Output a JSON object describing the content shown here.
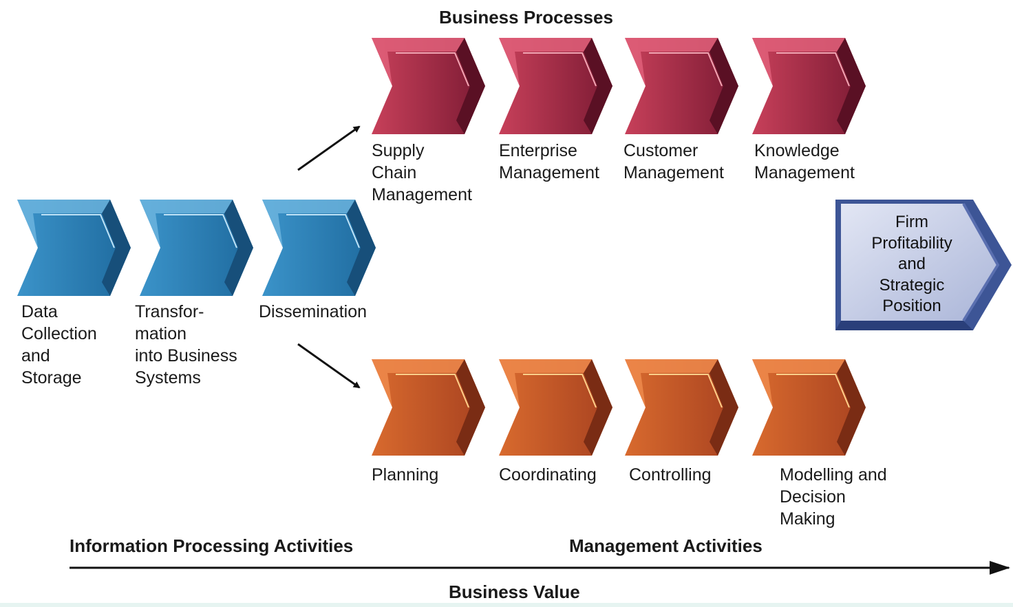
{
  "title": "Business Processes",
  "colors": {
    "information": "#2f84bb",
    "business": "#a83048",
    "management": "#c45a28",
    "firm": "#c8d0e8",
    "arrow": "#111111"
  },
  "information_activities": [
    {
      "label": "Data\nCollection\nand\nStorage"
    },
    {
      "label": "Transfor-\nmation\ninto Business\nSystems"
    },
    {
      "label": "Dissemination"
    }
  ],
  "business_processes": [
    {
      "label": "Supply\nChain\nManagement"
    },
    {
      "label": "Enterprise\nManagement"
    },
    {
      "label": "Customer\nManagement"
    },
    {
      "label": "Knowledge\nManagement"
    }
  ],
  "management_activities": [
    {
      "label": "Planning"
    },
    {
      "label": "Coordinating"
    },
    {
      "label": "Controlling"
    },
    {
      "label": "Modelling and\nDecision\nMaking"
    }
  ],
  "outcome": {
    "label": "Firm\nProfitability\nand\nStrategic\nPosition"
  },
  "footer": {
    "info_heading": "Information Processing Activities",
    "mgmt_heading": "Management Activities",
    "axis_label": "Business Value"
  }
}
